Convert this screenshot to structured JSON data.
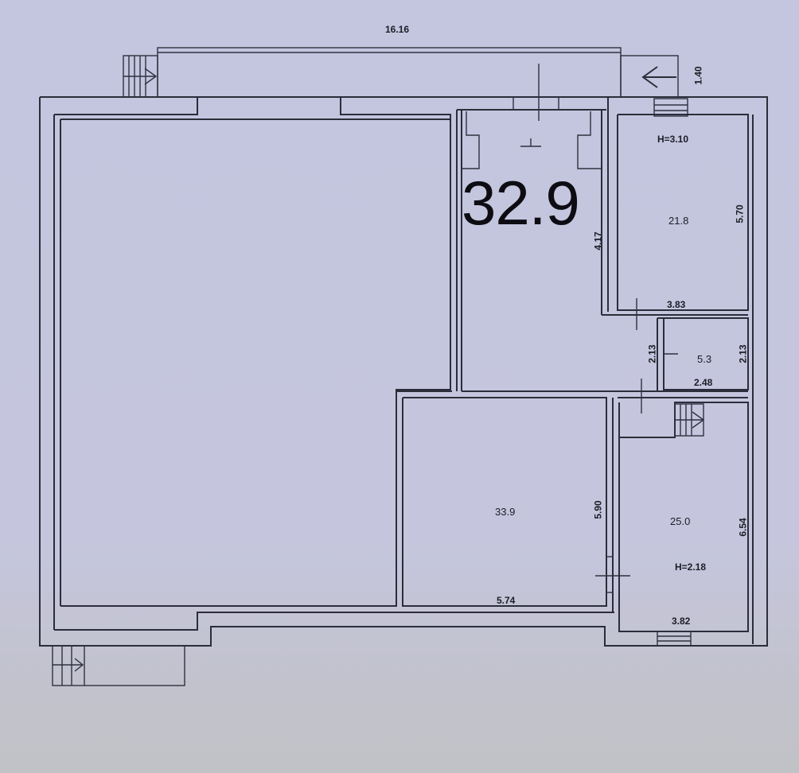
{
  "plan": {
    "overall_width": "16.16",
    "porch_depth": "1.40",
    "highlight_area": "32.9",
    "colors": {
      "paper": "#c4c5de",
      "line": "#2b2d3a",
      "text": "#1c1d26"
    }
  },
  "rooms": [
    {
      "id": "hall",
      "area": "32.9",
      "dims": [
        "4.17"
      ],
      "symbol": "⊥"
    },
    {
      "id": "room-top-right",
      "area": "21.8",
      "height": "H=3.10",
      "dims": [
        "3.83",
        "5.70"
      ]
    },
    {
      "id": "room-small",
      "area": "5.3",
      "dims": [
        "2.13",
        "2.13",
        "2.48"
      ]
    },
    {
      "id": "room-middle",
      "area": "33.9",
      "dims": [
        "5.74",
        "5.90"
      ]
    },
    {
      "id": "room-bottom-right",
      "area": "25.0",
      "height": "H=2.18",
      "dims": [
        "3.82",
        "6.54"
      ]
    },
    {
      "id": "room-large-left",
      "area": ""
    }
  ],
  "icons": [
    "stair-arrow-icon",
    "entrance-arrow-icon"
  ]
}
